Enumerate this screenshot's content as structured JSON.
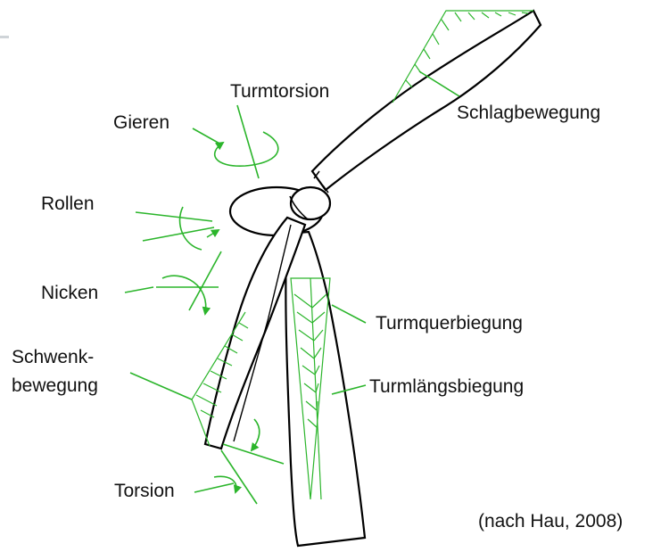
{
  "colors": {
    "outline": "#000000",
    "motion": "#2bb52b",
    "text": "#111111"
  },
  "labels": {
    "turmtorsion": "Turmtorsion",
    "gieren": "Gieren",
    "schlagbewegung": "Schlagbewegung",
    "rollen": "Rollen",
    "nicken": "Nicken",
    "turmquerbiegung": "Turmquerbiegung",
    "schwenk_line1": "Schwenk-",
    "schwenk_line2": "bewegung",
    "turmlaengsbiegung": "Turmlängsbiegung",
    "torsion": "Torsion",
    "source": "(nach Hau, 2008)"
  }
}
